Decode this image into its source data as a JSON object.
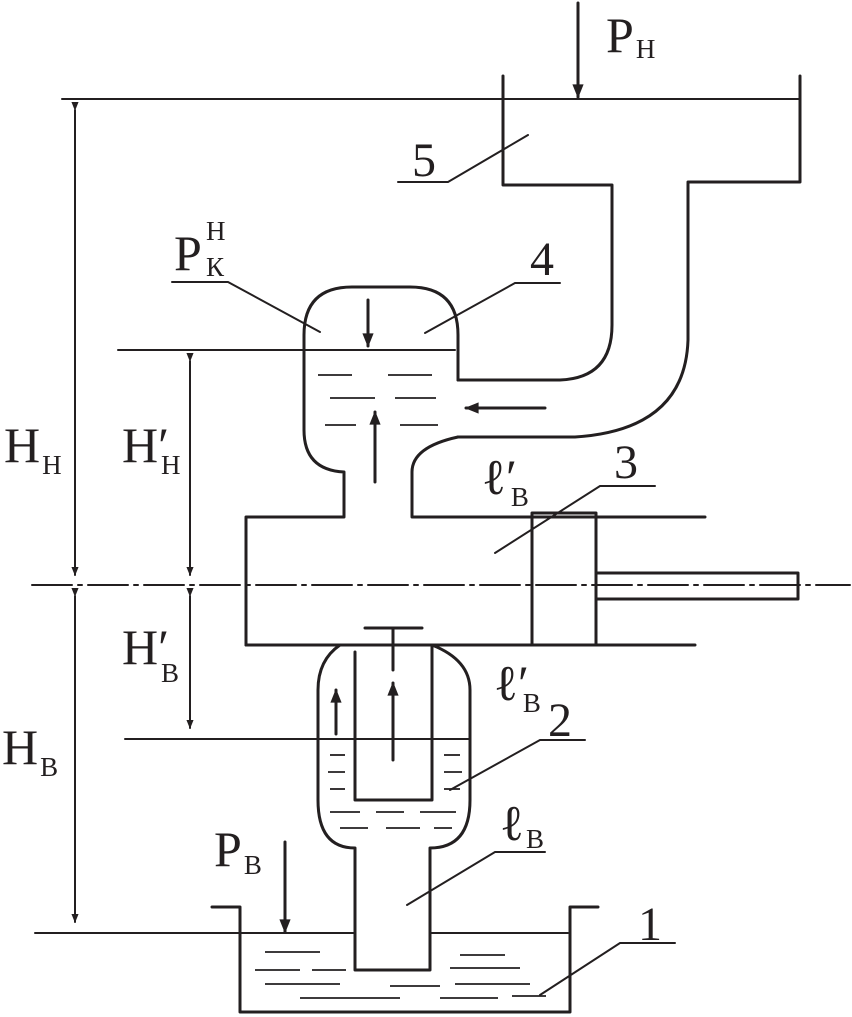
{
  "labels": {
    "p_h": "P",
    "p_h_sub": "Н",
    "p_v": "P",
    "p_v_sub": "В",
    "p_k": "P",
    "p_k_sub": "К",
    "p_k_sup": "Н",
    "h_h": "H",
    "h_h_sub": "Н",
    "h_v": "H",
    "h_v_sub": "В",
    "h_h_prime": "H′",
    "h_h_prime_sub": "Н",
    "h_v_prime": "H′",
    "h_v_prime_sub": "В",
    "l_v_prime_top": "ℓ′",
    "l_v_prime_top_sub": "В",
    "l_v_prime_mid": "ℓ′",
    "l_v_prime_mid_sub": "В",
    "l_v": "ℓ",
    "l_v_sub": "В",
    "n1": "1",
    "n2": "2",
    "n3": "3",
    "n4": "4",
    "n5": "5"
  },
  "colors": {
    "ink": "#231f20",
    "background": "#ffffff"
  }
}
